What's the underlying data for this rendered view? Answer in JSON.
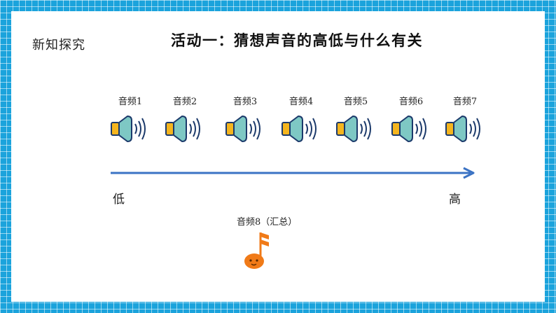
{
  "header": {
    "section": "新知探究",
    "title": "活动一：猜想声音的高低与什么有关"
  },
  "audio_items": [
    {
      "label": "音频1"
    },
    {
      "label": "音频2"
    },
    {
      "label": "音频3"
    },
    {
      "label": "音频4"
    },
    {
      "label": "音频5"
    },
    {
      "label": "音频6"
    },
    {
      "label": "音频7"
    }
  ],
  "axis": {
    "low": "低",
    "high": "高"
  },
  "summary": {
    "label": "音频8（汇总）"
  },
  "colors": {
    "frame": "#1ba3dc",
    "speaker_body": "#f5b51e",
    "speaker_cone": "#7ec8c4",
    "arrow": "#3b73c4",
    "note": "#f07a18"
  },
  "icons": {
    "speaker": "speaker-icon",
    "note": "music-note-icon"
  }
}
